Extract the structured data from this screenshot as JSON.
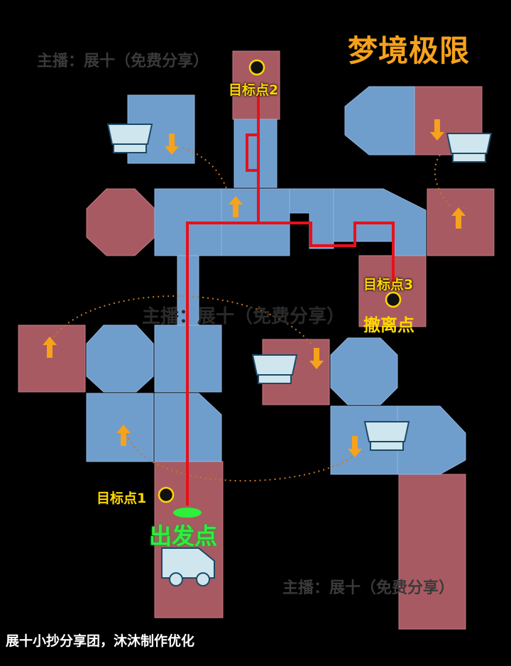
{
  "map_title": "梦境极限",
  "watermarks": [
    "主播：展十（免费分享）",
    "主播：展十（免费分享）",
    "主播：展十（免费分享）"
  ],
  "targets": {
    "target_1": "目标点1",
    "target_2": "目标点2",
    "target_3": "目标点3"
  },
  "extraction_label": "撤离点",
  "start_label": "出发点",
  "credit": "展十小抄分享团，沐沐制作优化",
  "colors": {
    "blue_room": "#6f9dcc",
    "red_room": "#a85a62",
    "route": "#e8101a",
    "arrow": "#f7a21b",
    "title": "#f7a21b",
    "target_text": "#ffd800",
    "start_text": "#2df03a"
  },
  "icons": [
    "chest-icon",
    "target-marker-icon",
    "vehicle-icon",
    "route-arrow-icon"
  ]
}
